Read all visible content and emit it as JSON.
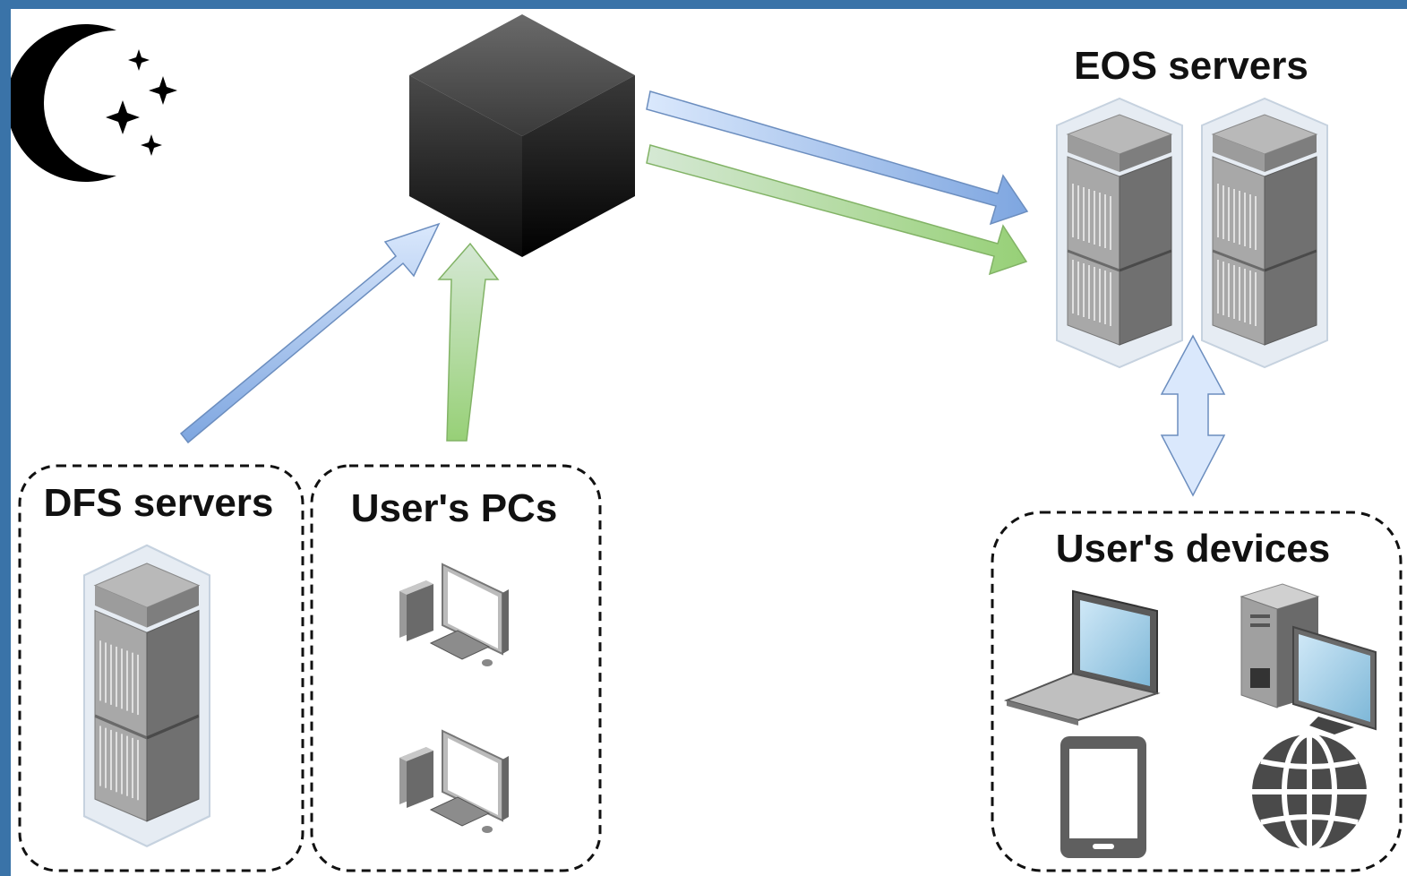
{
  "diagram": {
    "labels": {
      "eos_servers": "EOS servers",
      "dfs_servers": "DFS servers",
      "user_pcs": "User's PCs",
      "user_devices": "User's devices"
    },
    "colors": {
      "blue_flow": "#7ea6e0",
      "green_flow": "#97d077",
      "bidirectional": "#dae8fc",
      "frame": "#3a73a8"
    },
    "icons": {
      "night": "moon-stars-icon",
      "hub": "black-cube-icon",
      "server": "server-rack-icon",
      "pc": "desktop-pc-icon",
      "laptop": "laptop-icon",
      "workstation": "workstation-icon",
      "tablet": "tablet-icon",
      "web": "globe-icon"
    }
  }
}
